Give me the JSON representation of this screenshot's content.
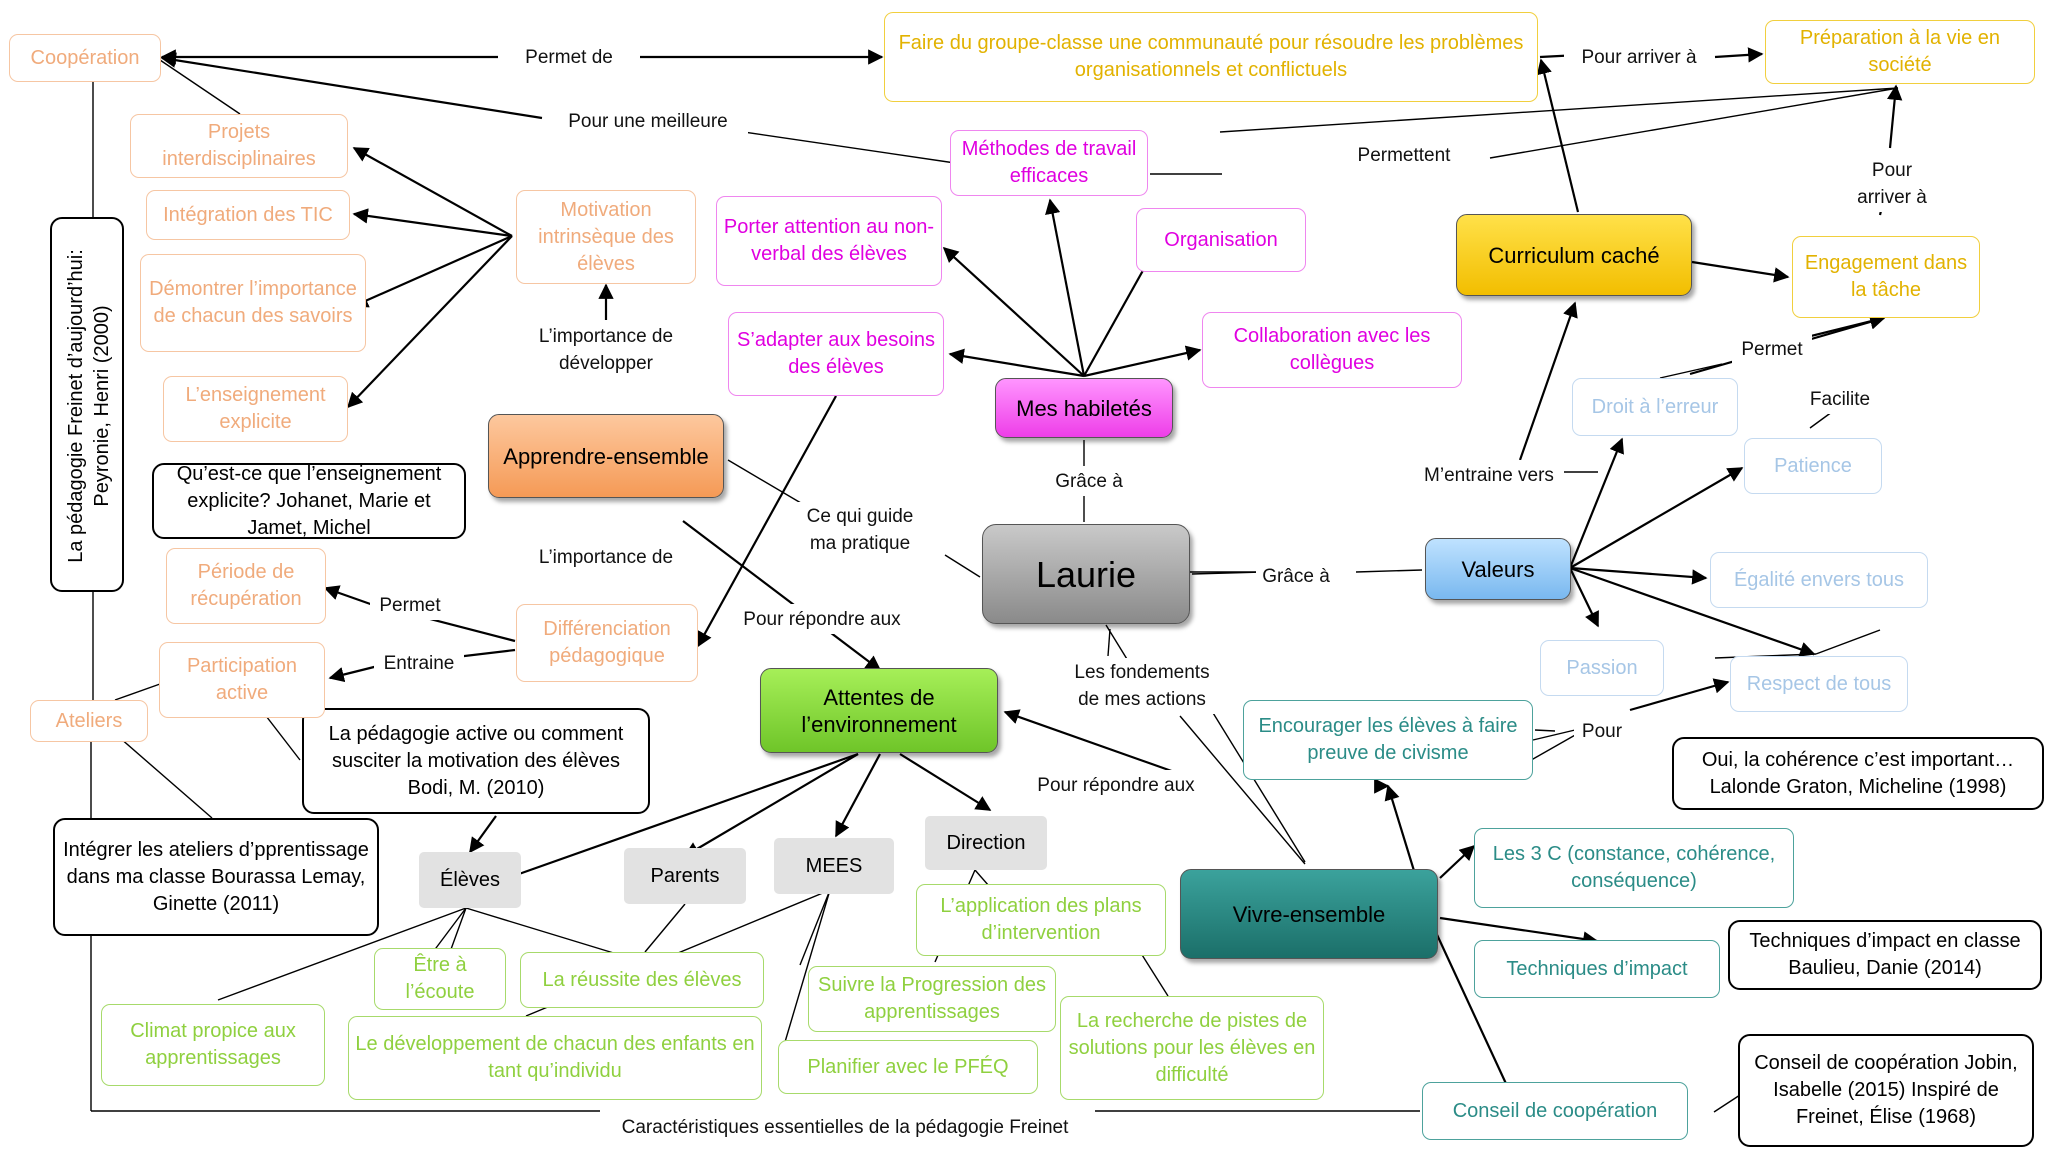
{
  "title": "Laurie",
  "main_nodes": {
    "laurie": "Laurie",
    "apprendre": "Apprendre-ensemble",
    "habiletes": "Mes habiletés",
    "curriculum": "Curriculum caché",
    "valeurs": "Valeurs",
    "attentes": "Attentes de l’environnement",
    "vivre": "Vivre-ensemble"
  },
  "nodes": {
    "cooperation": "Coopération",
    "projets": "Projets interdisciplinaires",
    "integration_tic": "Intégration des TIC",
    "demontrer": "Démontrer l’importance de chacun des savoirs",
    "enseignement_explicite": "L’enseignement explicite",
    "motivation": "Motivation intrinsèque des élèves",
    "periode": "Période de récupération",
    "participation": "Participation active",
    "ateliers": "Ateliers",
    "differenciation": "Différenciation pédagogique",
    "faire_groupe": "Faire du groupe-classe une communauté pour résoudre les problèmes organisationnels et conflictuels",
    "preparation": "Préparation à la vie en société",
    "methodes": "Méthodes de travail efficaces",
    "porter_attention": "Porter attention au non-verbal des élèves",
    "organisation": "Organisation",
    "sadapter": "S’adapter aux besoins des élèves",
    "collaboration": "Collaboration avec les collègues",
    "engagement": "Engagement dans la tâche",
    "droit_erreur": "Droit à l’erreur",
    "patience": "Patience",
    "egalite": "Égalité envers tous",
    "passion": "Passion",
    "respect": "Respect de tous",
    "encourager": "Encourager les élèves à faire preuve de civisme",
    "trois_c": "Les 3 C (constance, cohérence, conséquence)",
    "techniques": "Techniques d’impact",
    "conseil": "Conseil de coopération",
    "eleves": "Élèves",
    "parents": "Parents",
    "mees": "MEES",
    "direction": "Direction",
    "application": "L’application des plans d’intervention",
    "etre_ecoute": "Être à l’écoute",
    "reussite": "La réussite des élèves",
    "climat": "Climat propice aux apprentissages",
    "developpement": "Le développement de chacun des enfants en tant qu’individu",
    "suivre": "Suivre la Progression des apprentissages",
    "planifier": "Planifier avec le PFÉQ",
    "recherche": "La recherche de pistes de solutions pour les élèves en difficulté"
  },
  "references": {
    "freinet": "La pédagogie Freinet d’aujourd’hui: Peyronie, Henri (2000)",
    "explicite": "Qu’est-ce que l’enseignement explicite? Johanet, Marie et Jamet, Michel",
    "active": "La pédagogie active ou comment susciter la motivation des élèves Bodi, M. (2010)",
    "ateliers": "Intégrer les ateliers d’pprentissage dans ma classe Bourassa Lemay, Ginette (2011)",
    "coherence": "Oui, la cohérence c’est important… Lalonde Graton, Micheline (1998)",
    "techniques": "Techniques d’impact en classe Baulieu, Danie (2014)",
    "conseil": "Conseil de coopération Jobin, Isabelle (2015) Inspiré de Freinet, Élise (1968)"
  },
  "labels": {
    "permet_de": "Permet de",
    "pour_une_meilleure": "Pour une meilleure",
    "pour_arriver_a": "Pour arriver à",
    "permettent": "Permettent",
    "pour_arriver_a_2": "Pour arriver à",
    "limportance_developper": "L’importance de développer",
    "limportance_de": "L’importance de",
    "permet": "Permet",
    "entraine": "Entraine",
    "ce_qui_guide": "Ce qui guide ma pratique",
    "grace_a_1": "Grâce à",
    "grace_a_2": "Grâce à",
    "mentraine_vers": "M’entraine vers",
    "permet_2": "Permet",
    "facilite": "Facilite",
    "pour_repondre_1": "Pour répondre aux",
    "pour_repondre_2": "Pour répondre aux",
    "fondements": "Les fondements de mes actions",
    "pour": "Pour",
    "caracteristiques": "Caractéristiques essentielles de la pédagogie Freinet"
  },
  "colors": {
    "apprendre_branch": "#f0ab7c",
    "faire_groupe_branch": "#e2b200",
    "habiletes_branch": "#e000e0",
    "valeurs_branch": "#a6c6e6",
    "vivre_branch": "#2b8c87",
    "attentes_branch": "#8fd03f"
  }
}
